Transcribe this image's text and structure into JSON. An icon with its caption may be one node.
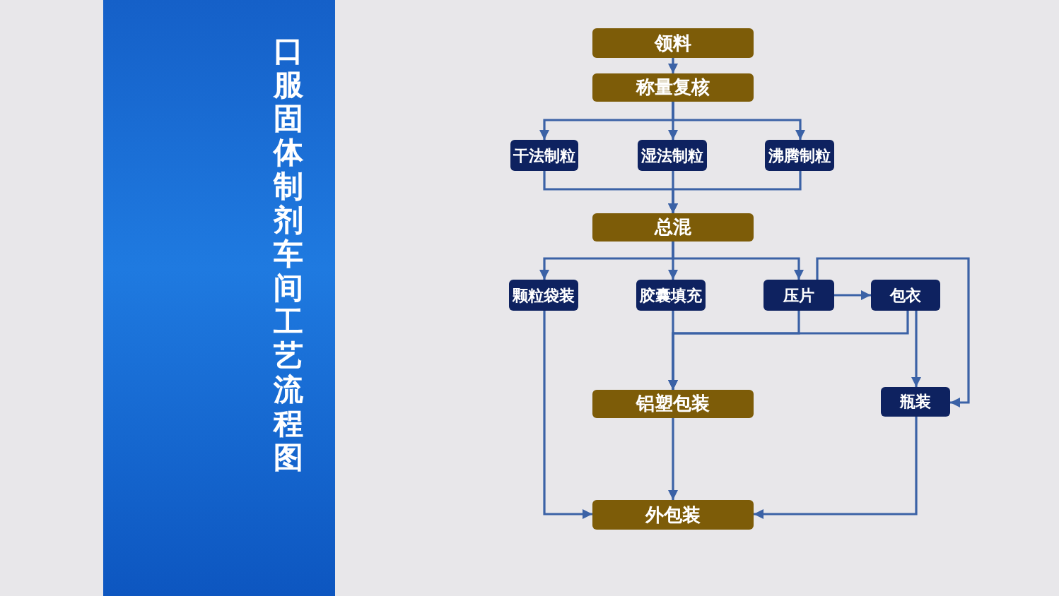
{
  "diagram": {
    "title": "口服固体制剂车间工艺流程图",
    "nodes": [
      {
        "text": [
          "领料"
        ]
      },
      {
        "text": [
          "称量复核"
        ]
      },
      {
        "text": [
          "干法制粒"
        ]
      },
      {
        "text": [
          "湿法制粒"
        ]
      },
      {
        "text": [
          "沸腾制粒"
        ]
      },
      {
        "text": [
          "总混"
        ]
      },
      {
        "text": [
          "颗粒袋装"
        ]
      },
      {
        "text": [
          "胶囊填充"
        ]
      },
      {
        "text": [
          "压片"
        ]
      },
      {
        "text": [
          "包衣"
        ]
      },
      {
        "text": [
          "铝塑包装"
        ]
      },
      {
        "text": [
          "瓶装"
        ]
      },
      {
        "text": [
          "外包装"
        ]
      }
    ],
    "edges": [
      {
        "from": 0,
        "to": 1,
        "arrow": "to"
      },
      {
        "from": 1,
        "to": 2,
        "arrow": "to"
      },
      {
        "from": 1,
        "to": 3,
        "arrow": "to"
      },
      {
        "from": 1,
        "to": 4,
        "arrow": "to"
      },
      {
        "from": 2,
        "to": 5,
        "arrow": "to"
      },
      {
        "from": 3,
        "to": 5,
        "arrow": "to"
      },
      {
        "from": 4,
        "to": 5,
        "arrow": "to"
      },
      {
        "from": 5,
        "to": 6,
        "arrow": "to"
      },
      {
        "from": 5,
        "to": 7,
        "arrow": "to"
      },
      {
        "from": 5,
        "to": 8,
        "arrow": "to"
      },
      {
        "from": 8,
        "to": 9,
        "arrow": "to"
      },
      {
        "from": 7,
        "to": 10,
        "arrow": "to"
      },
      {
        "from": 8,
        "to": 10,
        "arrow": "to"
      },
      {
        "from": 9,
        "to": 10,
        "arrow": "to"
      },
      {
        "from": 9,
        "to": 11,
        "arrow": "to"
      },
      {
        "from": 8,
        "to": 11,
        "arrow": "to"
      },
      {
        "from": 6,
        "to": 12,
        "arrow": "to"
      },
      {
        "from": 10,
        "to": 12,
        "arrow": "to"
      },
      {
        "from": 11,
        "to": 12,
        "arrow": "to"
      }
    ]
  }
}
